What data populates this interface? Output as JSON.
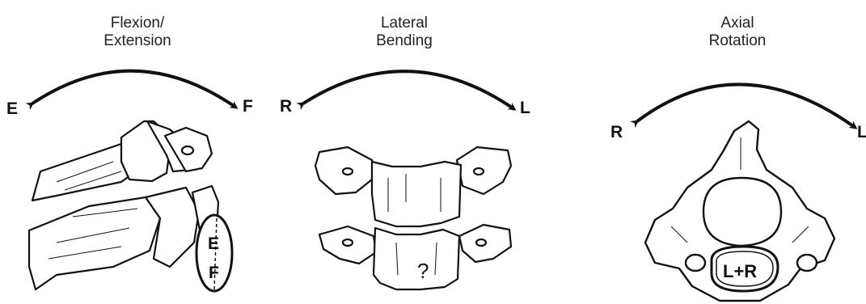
{
  "panels": [
    {
      "title_line1": "Flexion/",
      "title_line2": "Extension",
      "left_label": "E",
      "right_label": "F",
      "box_label_top": "E",
      "box_label_bottom": "F"
    },
    {
      "title_line1": "Lateral",
      "title_line2": "Bending",
      "left_label": "R",
      "right_label": "L",
      "center_label": "?"
    },
    {
      "title_line1": "Axial",
      "title_line2": "Rotation",
      "left_label": "R",
      "right_label": "L",
      "center_label": "L+R"
    }
  ]
}
